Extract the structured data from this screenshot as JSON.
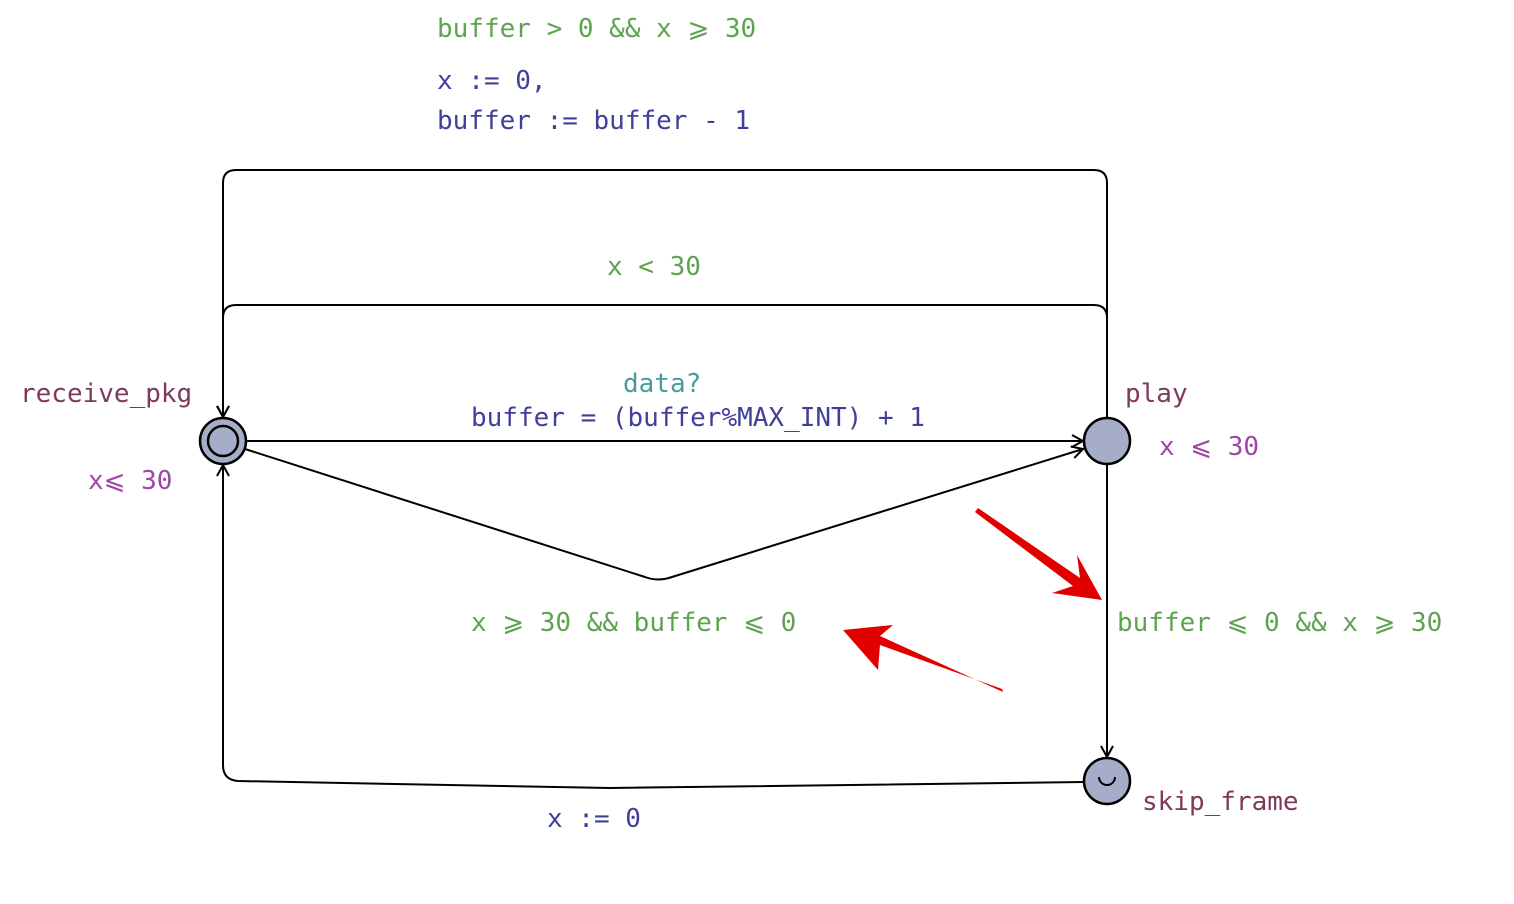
{
  "colors": {
    "location_fill": "#a6adc8",
    "location_name": "#7d3a5c",
    "invariant": "#a044a8",
    "guard": "#5ea34f",
    "assignment": "#40409a",
    "sync": "#4a9a9e",
    "annotation_arrow": "#e00000"
  },
  "locations": {
    "receive_pkg": {
      "name": "receive_pkg",
      "invariant": "x⩽ 30",
      "initial": true
    },
    "play": {
      "name": "play",
      "invariant": "x ⩽ 30"
    },
    "skip_frame": {
      "name": "skip_frame",
      "committed_marker": "◡"
    }
  },
  "edges": {
    "play_to_receive_top": {
      "guard": "buffer > 0 && x ⩾ 30",
      "assign_1": "x := 0,",
      "assign_2": "buffer := buffer - 1"
    },
    "play_to_receive_mid": {
      "guard": "x < 30"
    },
    "receive_to_play": {
      "sync": "data?",
      "assign": "buffer = (buffer%MAX_INT) + 1"
    },
    "receive_to_play_v": {
      "guard": "x ⩾ 30 && buffer ⩽ 0"
    },
    "play_to_skip": {
      "guard": "buffer ⩽ 0 && x ⩾ 30"
    },
    "skip_to_receive": {
      "assign": "x := 0"
    }
  },
  "annotations": {
    "arrows": [
      "red-arrow-to-play-skip-guard",
      "red-arrow-to-v-edge-guard"
    ]
  }
}
